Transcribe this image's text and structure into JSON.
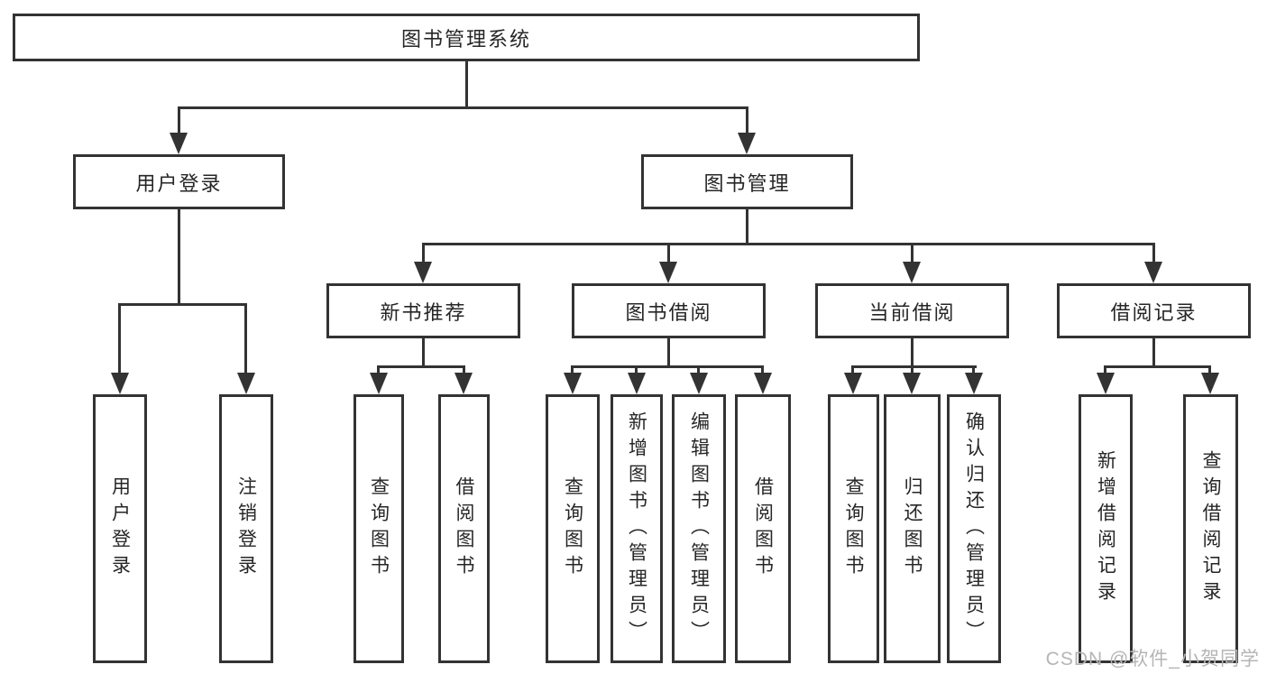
{
  "diagram": {
    "root": "图书管理系统",
    "level2": [
      "用户登录",
      "图书管理"
    ],
    "level3": [
      "新书推荐",
      "图书借阅",
      "当前借阅",
      "借阅记录"
    ],
    "leaves": {
      "user_login": [
        "用户登录",
        "注销登录"
      ],
      "new_book": [
        "查询图书",
        "借阅图书"
      ],
      "book_borrow": [
        "查询图书",
        "新增图书（管理员）",
        "编辑图书（管理员）",
        "借阅图书"
      ],
      "current_borrow": [
        "查询图书",
        "归还图书",
        "确认归还（管理员）"
      ],
      "borrow_record": [
        "新增借阅记录",
        "查询借阅记录"
      ]
    }
  },
  "watermark": "CSDN @软件_小贺同学",
  "colors": {
    "line": "#333333",
    "text": "#262626",
    "watermark": "#b5b5b5",
    "background": "#ffffff"
  }
}
